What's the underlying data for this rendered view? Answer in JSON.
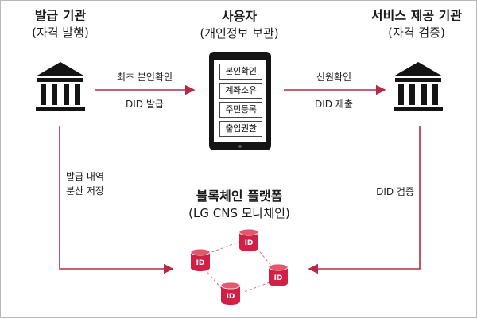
{
  "colors": {
    "arrow": "#b52a46",
    "icon": "#141414",
    "db": "#d21f46",
    "dash": "#cc6e80"
  },
  "issuer": {
    "title": "발급 기관",
    "subtitle": "(자격 발행)",
    "icon": "bank-icon"
  },
  "user": {
    "title": "사용자",
    "subtitle": "(개인정보 보관)",
    "icon": "tablet-icon",
    "items": [
      "본인확인",
      "계좌소유",
      "주민등록",
      "출입권한"
    ]
  },
  "verifier": {
    "title": "서비스 제공 기관",
    "subtitle": "(자격 검증)",
    "icon": "bank-icon"
  },
  "blockchain": {
    "title": "블록체인 플랫폼",
    "subtitle": "(LG CNS 모나체인)",
    "node_label": "ID",
    "node_icon": "database-icon"
  },
  "arrows": {
    "issuer_to_user": {
      "top": "최초 본인확인",
      "bottom": "DID 발급"
    },
    "user_to_verifier": {
      "top": "신원확인",
      "bottom": "DID 제출"
    },
    "issuer_to_chain": {
      "line1": "발급 내역",
      "line2": "분산 저장"
    },
    "verifier_to_chain": {
      "label": "DID 검증"
    }
  }
}
